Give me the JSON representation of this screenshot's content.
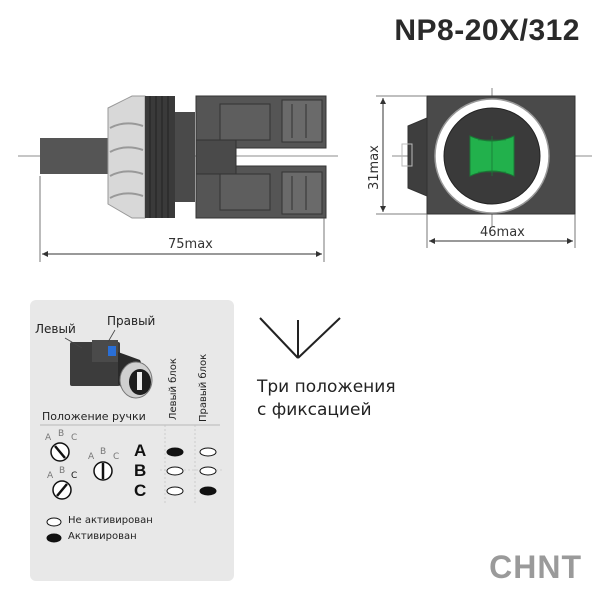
{
  "header": {
    "model": "NP8-20X/312"
  },
  "dimensions": {
    "length": "75max",
    "width": "46max",
    "height": "31max"
  },
  "panel": {
    "left_label": "Левый",
    "right_label": "Правый",
    "handle_position_label": "Положение ручки",
    "col_left_block": "Левый блок",
    "col_right_block": "Правый блок",
    "dial_letters": [
      "A",
      "B",
      "C"
    ],
    "rows": [
      {
        "position": "A",
        "left_block": "active",
        "right_block": "inactive"
      },
      {
        "position": "B",
        "left_block": "inactive",
        "right_block": "inactive"
      },
      {
        "position": "C",
        "left_block": "inactive",
        "right_block": "active"
      }
    ],
    "legend_inactive": "Не активирован",
    "legend_active": "Активирован"
  },
  "description": {
    "line1": "Три положения",
    "line2": "с фиксацией"
  },
  "brand": {
    "logo": "CHNT"
  },
  "colors": {
    "indicator": "#22b14c",
    "body": "#4a4a4a",
    "panel_bg": "#e8e8e8"
  }
}
